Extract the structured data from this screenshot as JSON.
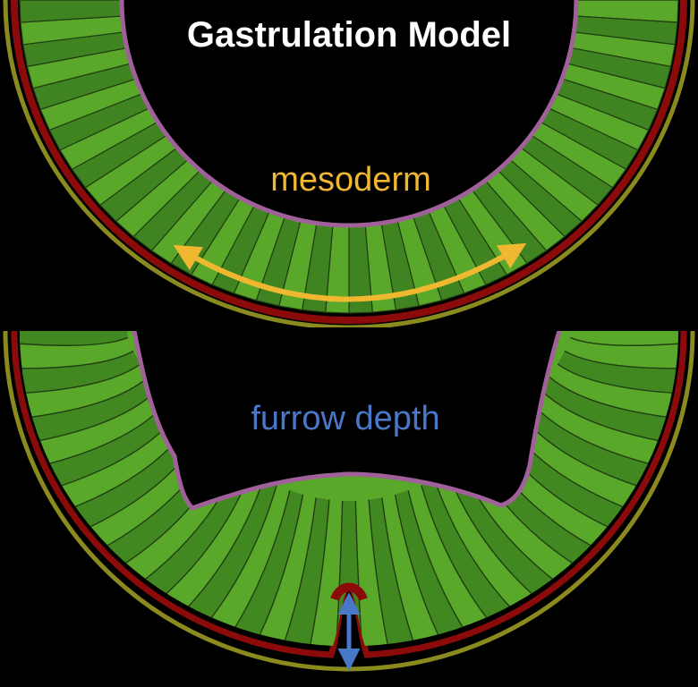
{
  "title": "Gastrulation Model",
  "labels": {
    "mesoderm": "mesoderm",
    "furrow_depth": "furrow depth"
  },
  "colors": {
    "background": "#000000",
    "cell_light": "#5aa82a",
    "cell_dark": "#3f8420",
    "cell_border": "#1f3d12",
    "apical_edge": "#a0619a",
    "basal_membrane": "#8b0a0a",
    "vitelline_membrane": "#8a8a1e",
    "mesoderm_arrow": "#f0b830",
    "furrow_arrow": "#4a78c8"
  },
  "icons": {
    "mesoderm_arrow": "double-headed-curved-arrow-icon",
    "furrow_arrow": "double-headed-vertical-arrow-icon"
  }
}
